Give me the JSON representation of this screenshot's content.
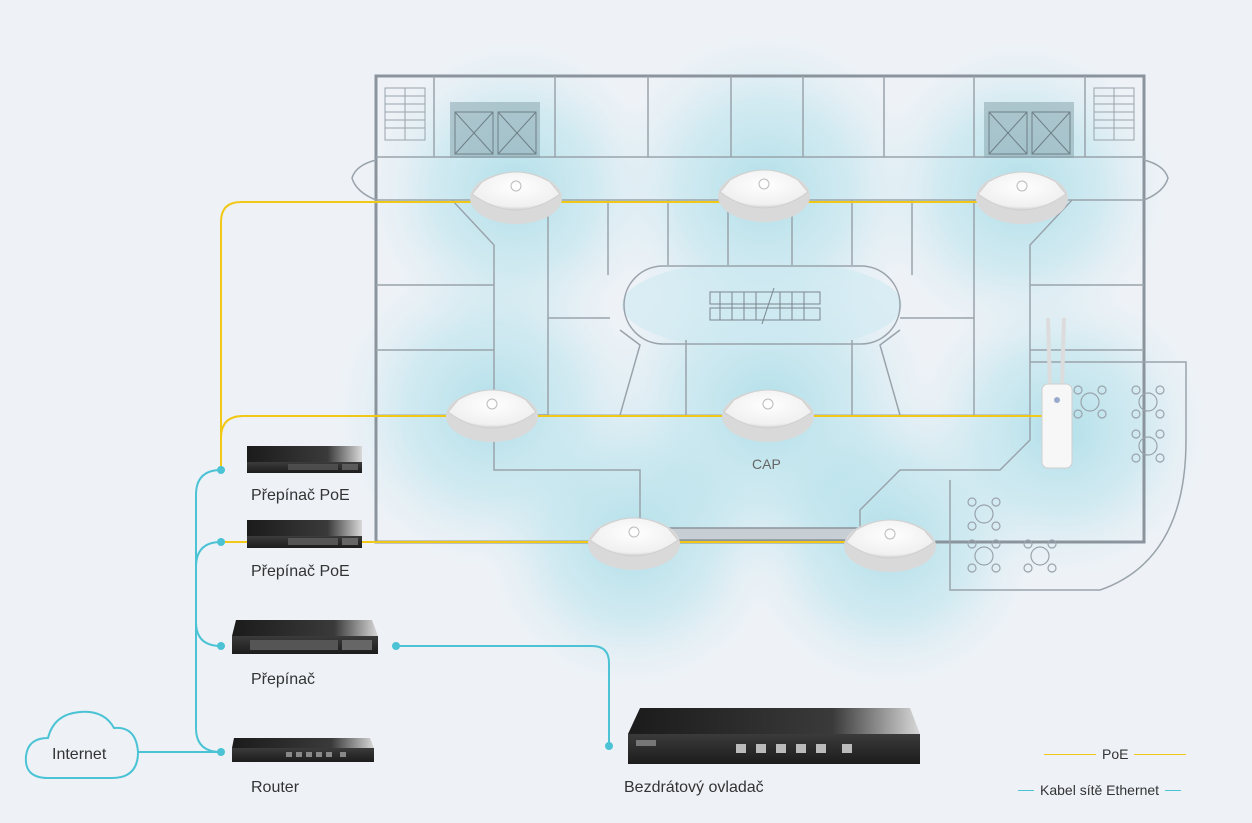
{
  "labels": {
    "poe_switch_1": "Přepínač PoE",
    "poe_switch_2": "Přepínač PoE",
    "switch": "Přepínač",
    "router": "Router",
    "controller": "Bezdrátový ovladač",
    "internet": "Internet",
    "cap": "CAP"
  },
  "legend": {
    "poe": "PoE",
    "ethernet": "Kabel sítě Ethernet"
  },
  "colors": {
    "poe_line": "#f2c816",
    "ethernet_line": "#4cc3d4",
    "coverage": "#8fd3e0",
    "floor_wall": "#9aa3ab",
    "background": "#eef2f7"
  }
}
